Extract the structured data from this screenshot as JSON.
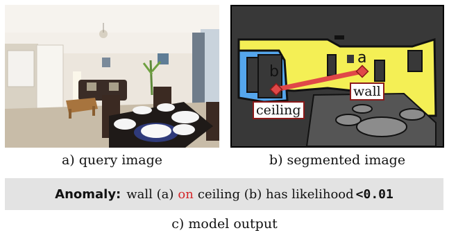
{
  "panels": {
    "query": {
      "caption": "a) query image"
    },
    "segmented": {
      "caption": "b) segmented image",
      "point_a_letter": "a",
      "point_b_letter": "b",
      "label_a": "wall",
      "label_b": "ceiling",
      "colors": {
        "wall": "#f4ef55",
        "ceiling": "#55a6ec",
        "link": "#e04848",
        "dark": "#383838"
      }
    }
  },
  "anomaly": {
    "lead": "Anomaly:",
    "subject": "wall (a)",
    "relation": "on",
    "object": "ceiling (b) has likelihood",
    "threshold": "<0.01"
  },
  "output_caption": "c) model output"
}
